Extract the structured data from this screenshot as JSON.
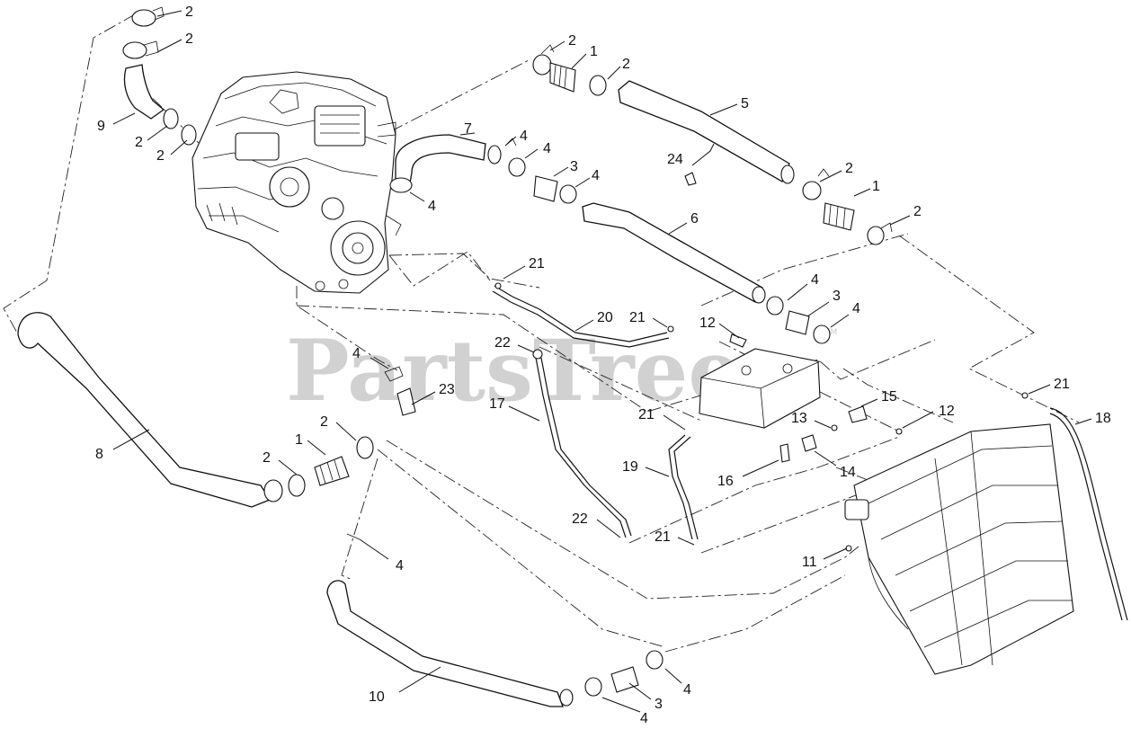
{
  "watermark": {
    "text": "PartsTree",
    "trademark": "TM"
  },
  "callouts": [
    {
      "id": "c01",
      "label": "2"
    },
    {
      "id": "c02",
      "label": "2"
    },
    {
      "id": "c03",
      "label": "9"
    },
    {
      "id": "c04",
      "label": "2"
    },
    {
      "id": "c05",
      "label": "2"
    },
    {
      "id": "c06",
      "label": "2"
    },
    {
      "id": "c07",
      "label": "1"
    },
    {
      "id": "c08",
      "label": "2"
    },
    {
      "id": "c09",
      "label": "5"
    },
    {
      "id": "c10",
      "label": "7"
    },
    {
      "id": "c11",
      "label": "4"
    },
    {
      "id": "c12",
      "label": "4"
    },
    {
      "id": "c13",
      "label": "3"
    },
    {
      "id": "c14",
      "label": "4"
    },
    {
      "id": "c15",
      "label": "24"
    },
    {
      "id": "c16",
      "label": "2"
    },
    {
      "id": "c17",
      "label": "1"
    },
    {
      "id": "c18",
      "label": "2"
    },
    {
      "id": "c19",
      "label": "4"
    },
    {
      "id": "c20",
      "label": "6"
    },
    {
      "id": "c21",
      "label": "21"
    },
    {
      "id": "c22",
      "label": "4"
    },
    {
      "id": "c23",
      "label": "3"
    },
    {
      "id": "c24",
      "label": "4"
    },
    {
      "id": "c25",
      "label": "20"
    },
    {
      "id": "c26",
      "label": "21"
    },
    {
      "id": "c27",
      "label": "12"
    },
    {
      "id": "c28",
      "label": "22"
    },
    {
      "id": "c29",
      "label": "4"
    },
    {
      "id": "c30",
      "label": "23"
    },
    {
      "id": "c31",
      "label": "17"
    },
    {
      "id": "c32",
      "label": "21"
    },
    {
      "id": "c33",
      "label": "15"
    },
    {
      "id": "c34",
      "label": "13"
    },
    {
      "id": "c35",
      "label": "12"
    },
    {
      "id": "c36",
      "label": "21"
    },
    {
      "id": "c37",
      "label": "18"
    },
    {
      "id": "c38",
      "label": "8"
    },
    {
      "id": "c39",
      "label": "2"
    },
    {
      "id": "c40",
      "label": "1"
    },
    {
      "id": "c41",
      "label": "2"
    },
    {
      "id": "c42",
      "label": "19"
    },
    {
      "id": "c43",
      "label": "16"
    },
    {
      "id": "c44",
      "label": "14"
    },
    {
      "id": "c45",
      "label": "22"
    },
    {
      "id": "c46",
      "label": "21"
    },
    {
      "id": "c47",
      "label": "11"
    },
    {
      "id": "c48",
      "label": "4"
    },
    {
      "id": "c49",
      "label": "10"
    },
    {
      "id": "c50",
      "label": "4"
    },
    {
      "id": "c51",
      "label": "3"
    },
    {
      "id": "c52",
      "label": "4"
    }
  ]
}
